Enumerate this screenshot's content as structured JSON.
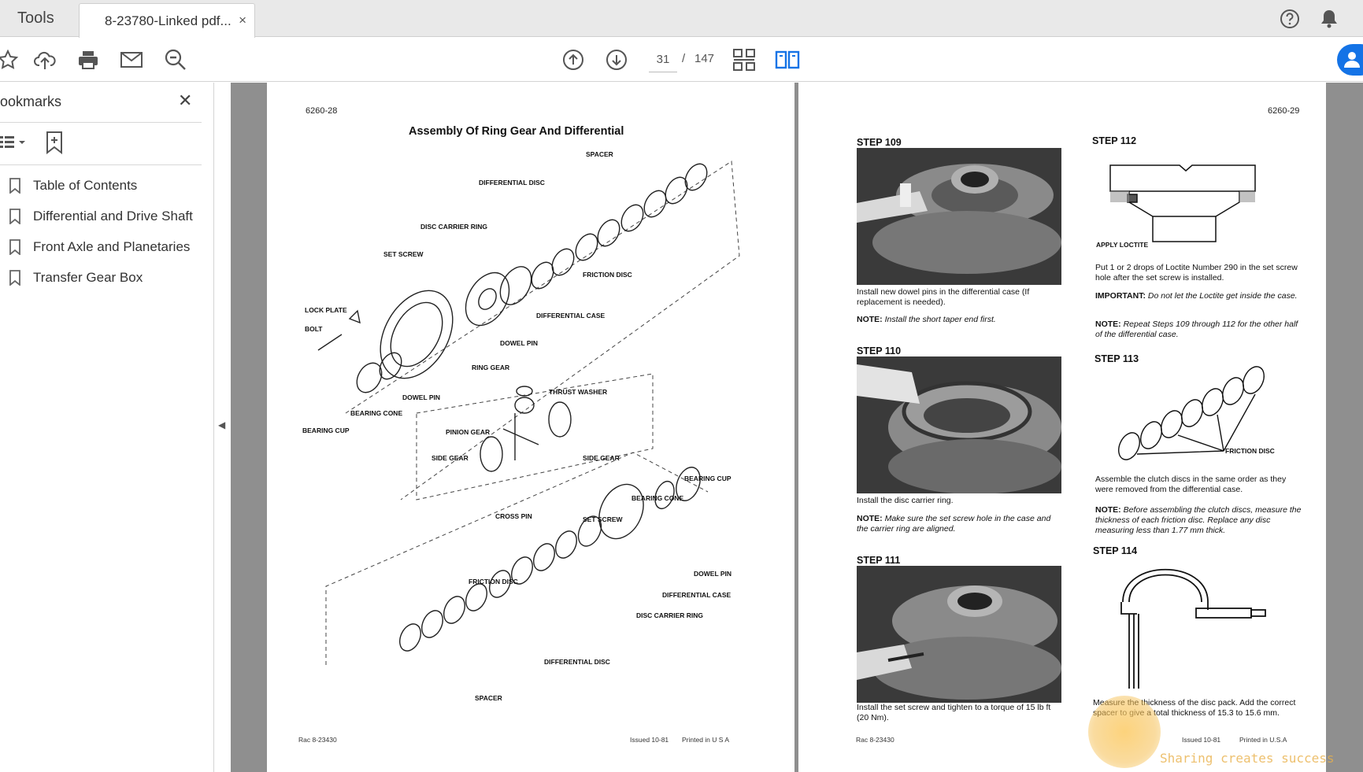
{
  "tabbar": {
    "tools_label": "Tools",
    "doc_tab_label": "8-23780-Linked pdf...",
    "close_glyph": "×",
    "right_icons": [
      "help-icon",
      "bell-icon"
    ]
  },
  "toolbar": {
    "icons": [
      "star-icon",
      "cloud-upload-icon",
      "print-icon",
      "mail-icon",
      "zoom-out-icon",
      "page-up-icon",
      "page-down-icon",
      "page-layout-icon",
      "two-page-view-icon",
      "share-icon"
    ],
    "current_page": "31",
    "page_separator": "/",
    "total_pages": "147"
  },
  "sidebar": {
    "title": "ookmarks",
    "close_glyph": "✕",
    "items": [
      {
        "label": "Table of Contents"
      },
      {
        "label": "Differential and Drive Shaft"
      },
      {
        "label": "Front Axle and Planetaries"
      },
      {
        "label": "Transfer Gear Box"
      }
    ]
  },
  "left_page": {
    "page_number": "6260-28",
    "title": "Assembly Of Ring Gear And Differential",
    "labels": [
      "SPACER",
      "DIFFERENTIAL DISC",
      "DISC CARRIER RING",
      "SET SCREW",
      "FRICTION DISC",
      "LOCK PLATE",
      "BOLT",
      "DIFFERENTIAL CASE",
      "DOWEL PIN",
      "RING GEAR",
      "DOWEL PIN",
      "BEARING CONE",
      "BEARING CUP",
      "THRUST WASHER",
      "PINION GEAR",
      "SIDE GEAR",
      "SIDE GEAR",
      "CROSS PIN",
      "BEARING CUP",
      "BEARING CONE",
      "SET SCREW",
      "FRICTION DISC",
      "DOWEL PIN",
      "DIFFERENTIAL CASE",
      "DISC CARRIER RING",
      "DIFFERENTIAL DISC",
      "SPACER"
    ],
    "footer_left": "Rac 8-23430",
    "footer_issued": "Issued 10-81",
    "footer_printed": "Printed in U S A"
  },
  "right_page": {
    "page_number": "6260-29",
    "steps": {
      "s109": {
        "title": "STEP 109",
        "text": "Install new dowel pins in the differential case (If replacement is needed).",
        "note_label": "NOTE:",
        "note": "Install the short taper end first."
      },
      "s110": {
        "title": "STEP 110",
        "text": "Install the disc carrier ring.",
        "note_label": "NOTE:",
        "note": "Make sure the set screw hole in the case and the carrier ring are aligned."
      },
      "s111": {
        "title": "STEP 111",
        "text": "Install the set screw and tighten to a torque of 15 lb ft (20 Nm)."
      },
      "s112": {
        "title": "STEP 112",
        "figure_label": "APPLY LOCTITE",
        "text": "Put 1 or 2 drops of Loctite Number 290 in the set screw hole after the set screw is installed.",
        "important_label": "IMPORTANT:",
        "important": "Do not let the Loctite get inside the case.",
        "note_label": "NOTE:",
        "note": "Repeat Steps 109 through 112 for the other half of the differential case."
      },
      "s113": {
        "title": "STEP 113",
        "figure_label": "FRICTION DISC",
        "text": "Assemble the clutch discs in the same order as they were removed from the differential case.",
        "note_label": "NOTE:",
        "note": "Before assembling the clutch discs, measure the thickness of each friction disc. Replace any disc measuring less than 1.77 mm thick."
      },
      "s114": {
        "title": "STEP 114",
        "text": "Measure the thickness of the disc pack. Add the correct spacer to give a total thickness of 15.3 to 15.6 mm."
      }
    },
    "footer_left": "Rac 8-23430",
    "footer_issued": "Issued 10-81",
    "footer_printed": "Printed in U.S.A"
  },
  "watermark": {
    "text": "Sharing creates success"
  },
  "colors": {
    "accent": "#1473e6",
    "chrome": "#e9e9e9",
    "viewer_bg": "#8f8f8f"
  }
}
